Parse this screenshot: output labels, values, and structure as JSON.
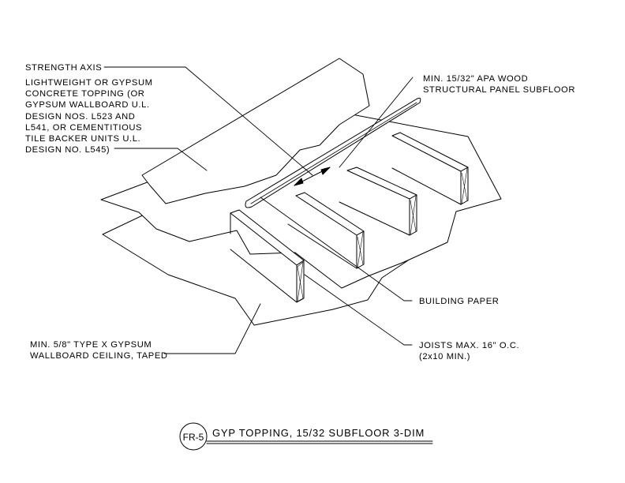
{
  "labels": {
    "strength_axis": "STRENGTH AXIS",
    "topping": [
      "LIGHTWEIGHT OR GYPSUM",
      "CONCRETE TOPPING (OR",
      "GYPSUM WALLBOARD U.L.",
      "DESIGN NOS. L523 AND",
      "L541, OR CEMENTITIOUS",
      "TILE BACKER UNITS U.L.",
      "DESIGN NO. L545)"
    ],
    "subfloor": [
      "MIN. 15/32\" APA WOOD",
      "STRUCTURAL PANEL SUBFLOOR"
    ],
    "building_paper": "BUILDING PAPER",
    "joists": [
      "JOISTS MAX. 16\" O.C.",
      "(2x10 MIN.)"
    ],
    "ceiling": [
      "MIN. 5/8\" TYPE X GYPSUM",
      "WALLBOARD CEILING, TAPED"
    ]
  },
  "title": {
    "tag": "FR-5",
    "text": "GYP TOPPING, 15/32 SUBFLOOR 3-DIM"
  }
}
